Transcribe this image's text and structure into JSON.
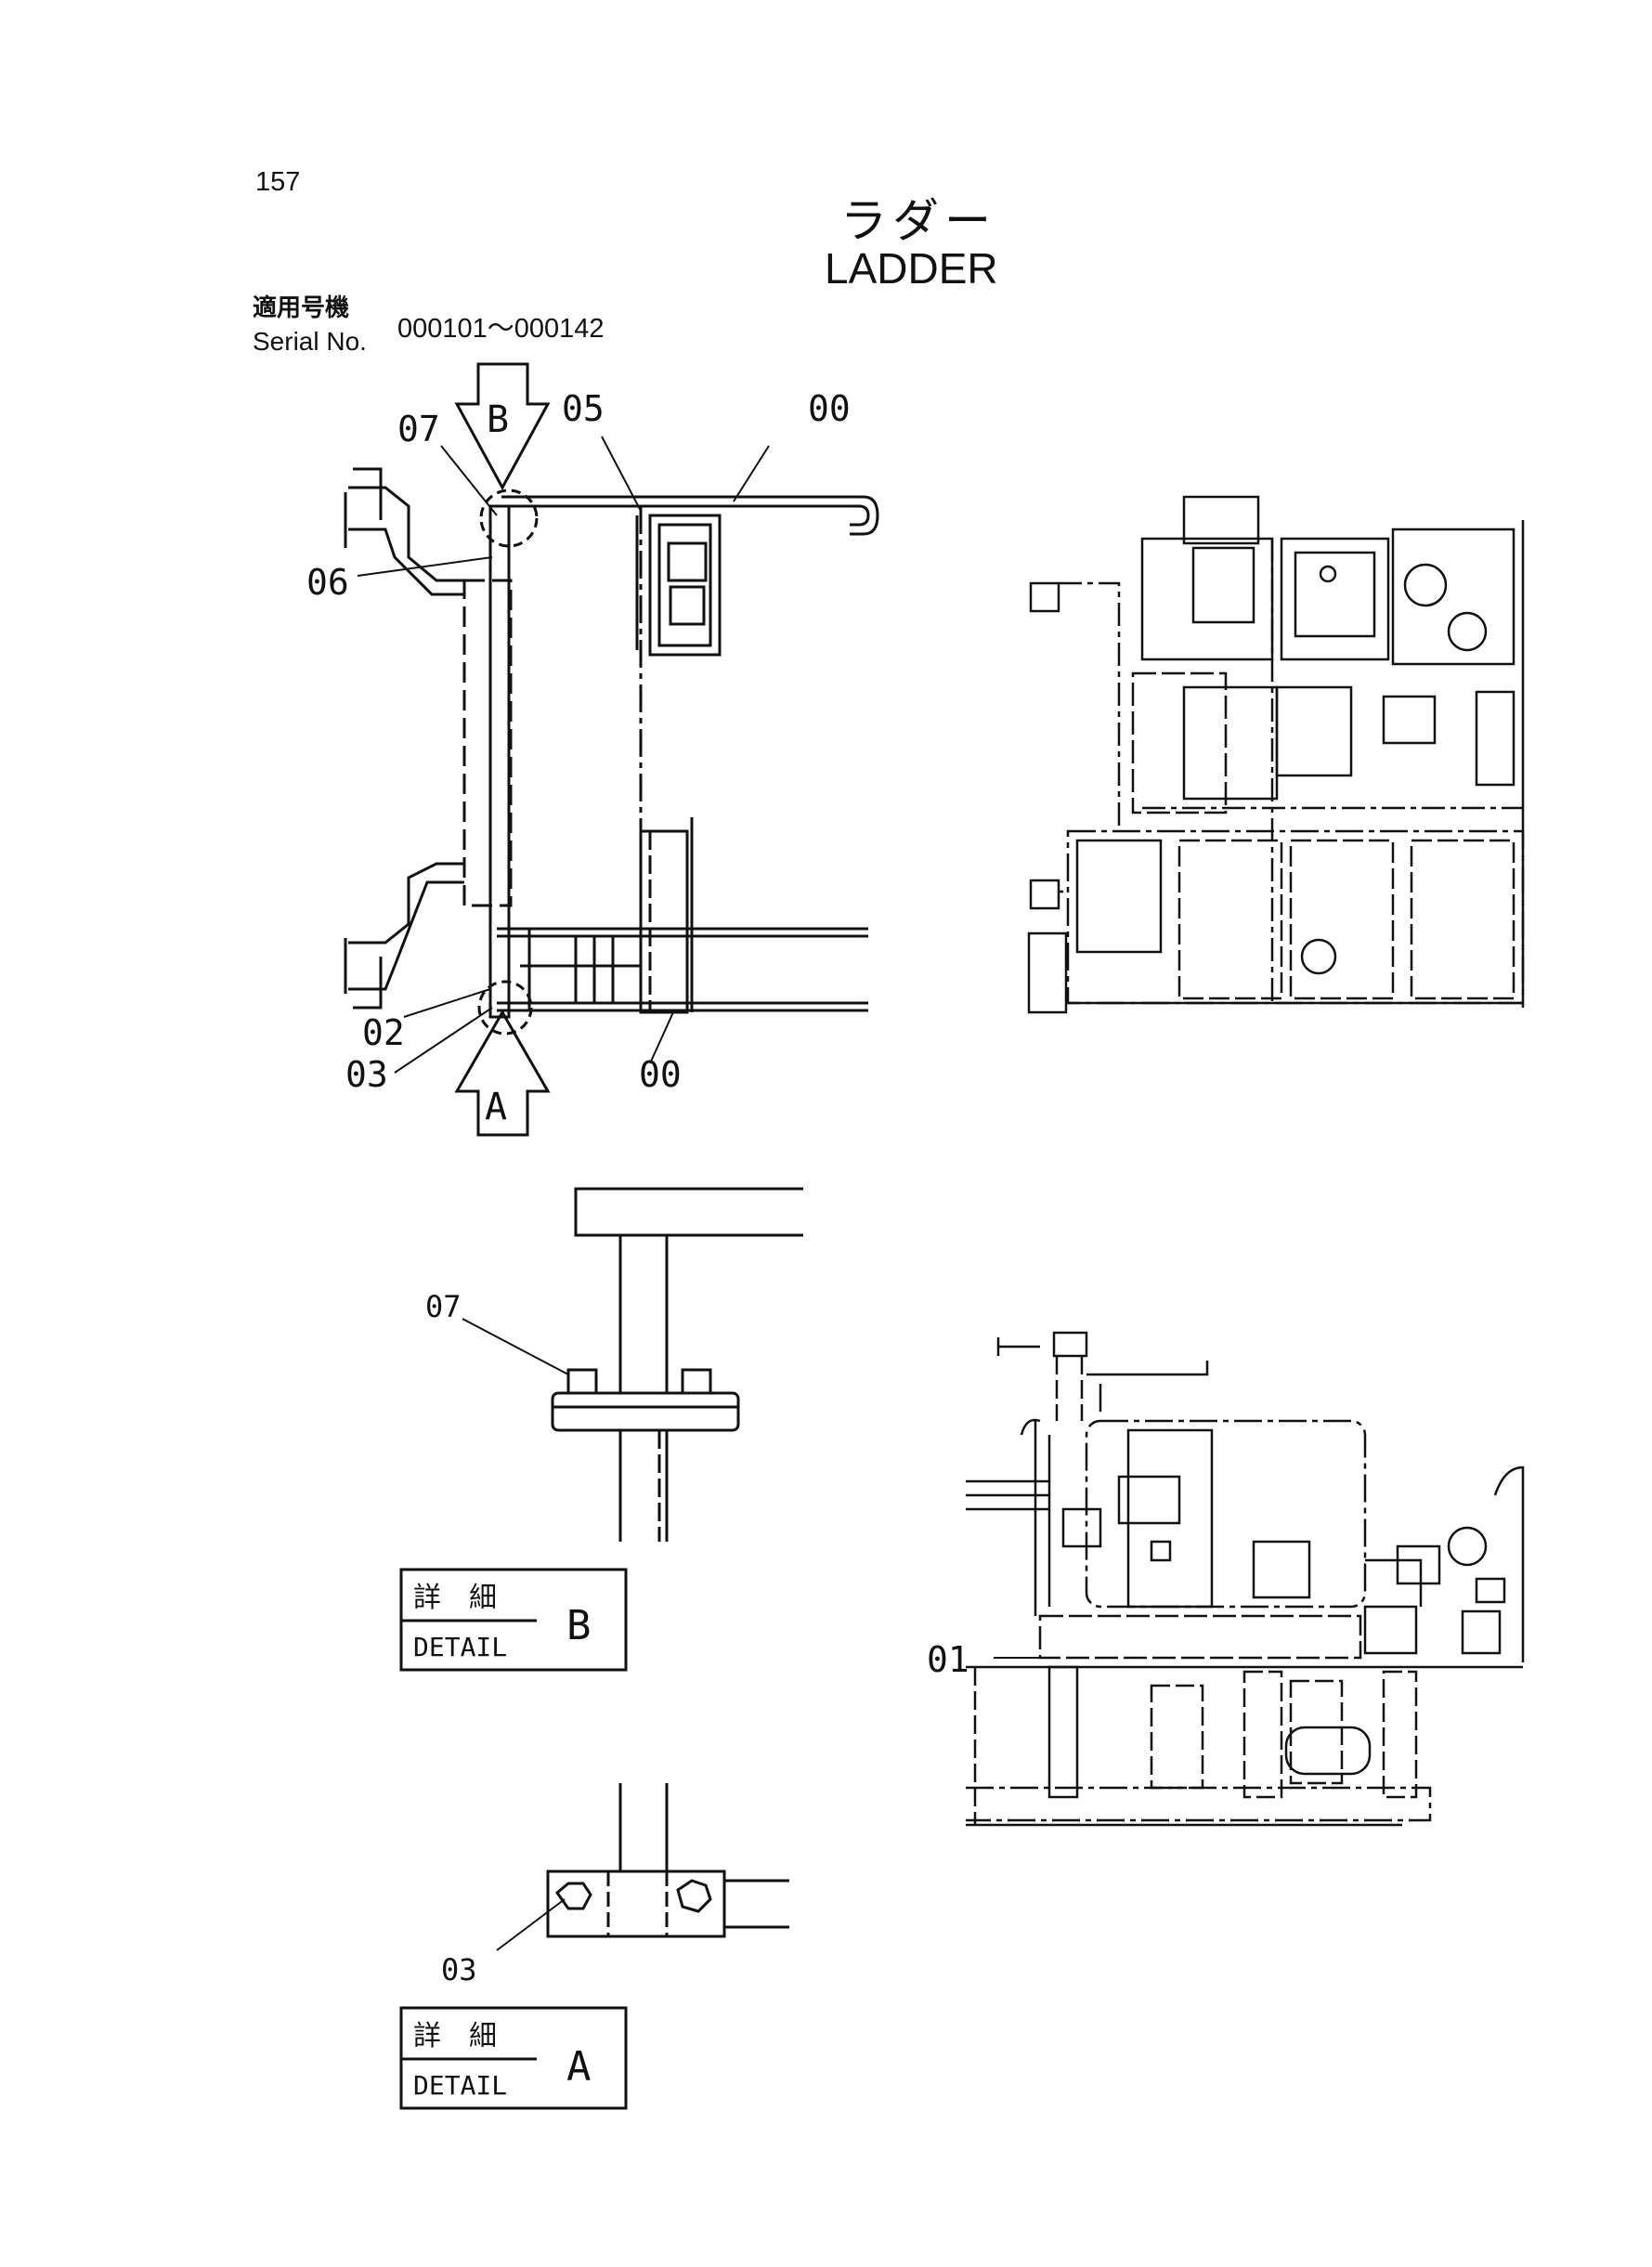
{
  "page_number": "157",
  "title_jp": "ラダー",
  "title_en": "LADDER",
  "serial": {
    "label_jp": "適用号機",
    "label_en": "Serial No.",
    "range": "000101～000142"
  },
  "callouts": {
    "view_b": "B",
    "view_a": "A",
    "p00_top": "00",
    "p05": "05",
    "p07": "07",
    "p06": "06",
    "p02": "02",
    "p03": "03",
    "p00_bottom": "00",
    "p07_detail": "07",
    "p03_detail": "03",
    "p01": "01"
  },
  "detail_b": {
    "jp": "詳　細",
    "en": "DETAIL",
    "letter": "B"
  },
  "detail_a": {
    "jp": "詳　細",
    "en": "DETAIL",
    "letter": "A"
  }
}
